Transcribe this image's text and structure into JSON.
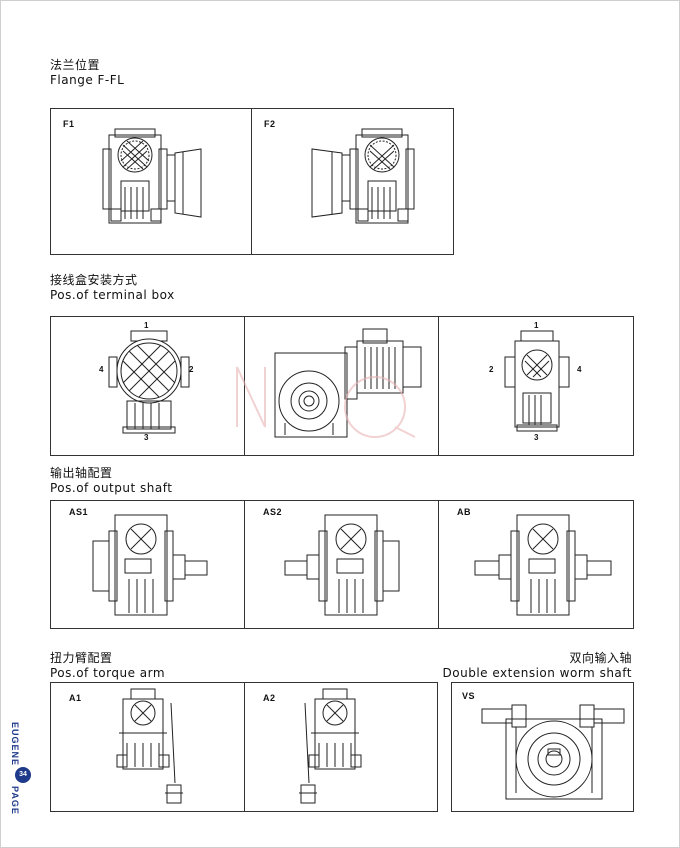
{
  "sections": {
    "flange": {
      "zh": "法兰位置",
      "en": "Flange F-FL",
      "labels": [
        "F1",
        "F2"
      ]
    },
    "terminal": {
      "zh": "接线盒安装方式",
      "en": "Pos.of terminal box",
      "nums": [
        "1",
        "2",
        "3",
        "4"
      ]
    },
    "output": {
      "zh": "输出轴配置",
      "en": "Pos.of output shaft",
      "labels": [
        "AS1",
        "AS2",
        "AB"
      ]
    },
    "torque": {
      "zh": "扭力臂配置",
      "en": "Pos.of torque arm",
      "labels": [
        "A1",
        "A2"
      ]
    },
    "double": {
      "zh": "双向输入轴",
      "en": "Double extension worm shaft",
      "labels": [
        "VS"
      ]
    }
  },
  "sidebar": {
    "top_text": "EUGENE",
    "page_number": "34",
    "bottom_text": "PAGE",
    "color": "#1f3a8a"
  }
}
